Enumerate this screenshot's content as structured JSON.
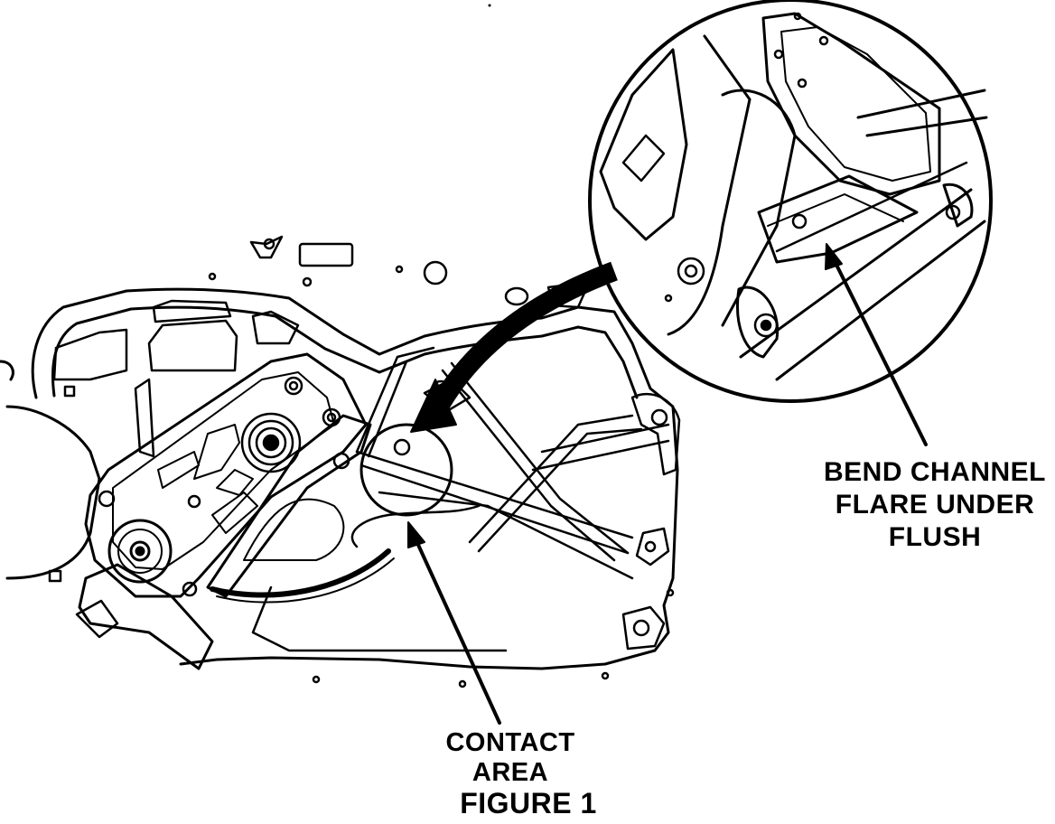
{
  "callouts": {
    "bend_channel": [
      "BEND CHANNEL",
      "FLARE UNDER",
      "FLUSH"
    ],
    "contact_area": [
      "CONTACT",
      "AREA"
    ]
  },
  "figure_caption": "FIGURE 1",
  "colors": {
    "ink": "#000000",
    "paper": "#ffffff"
  }
}
